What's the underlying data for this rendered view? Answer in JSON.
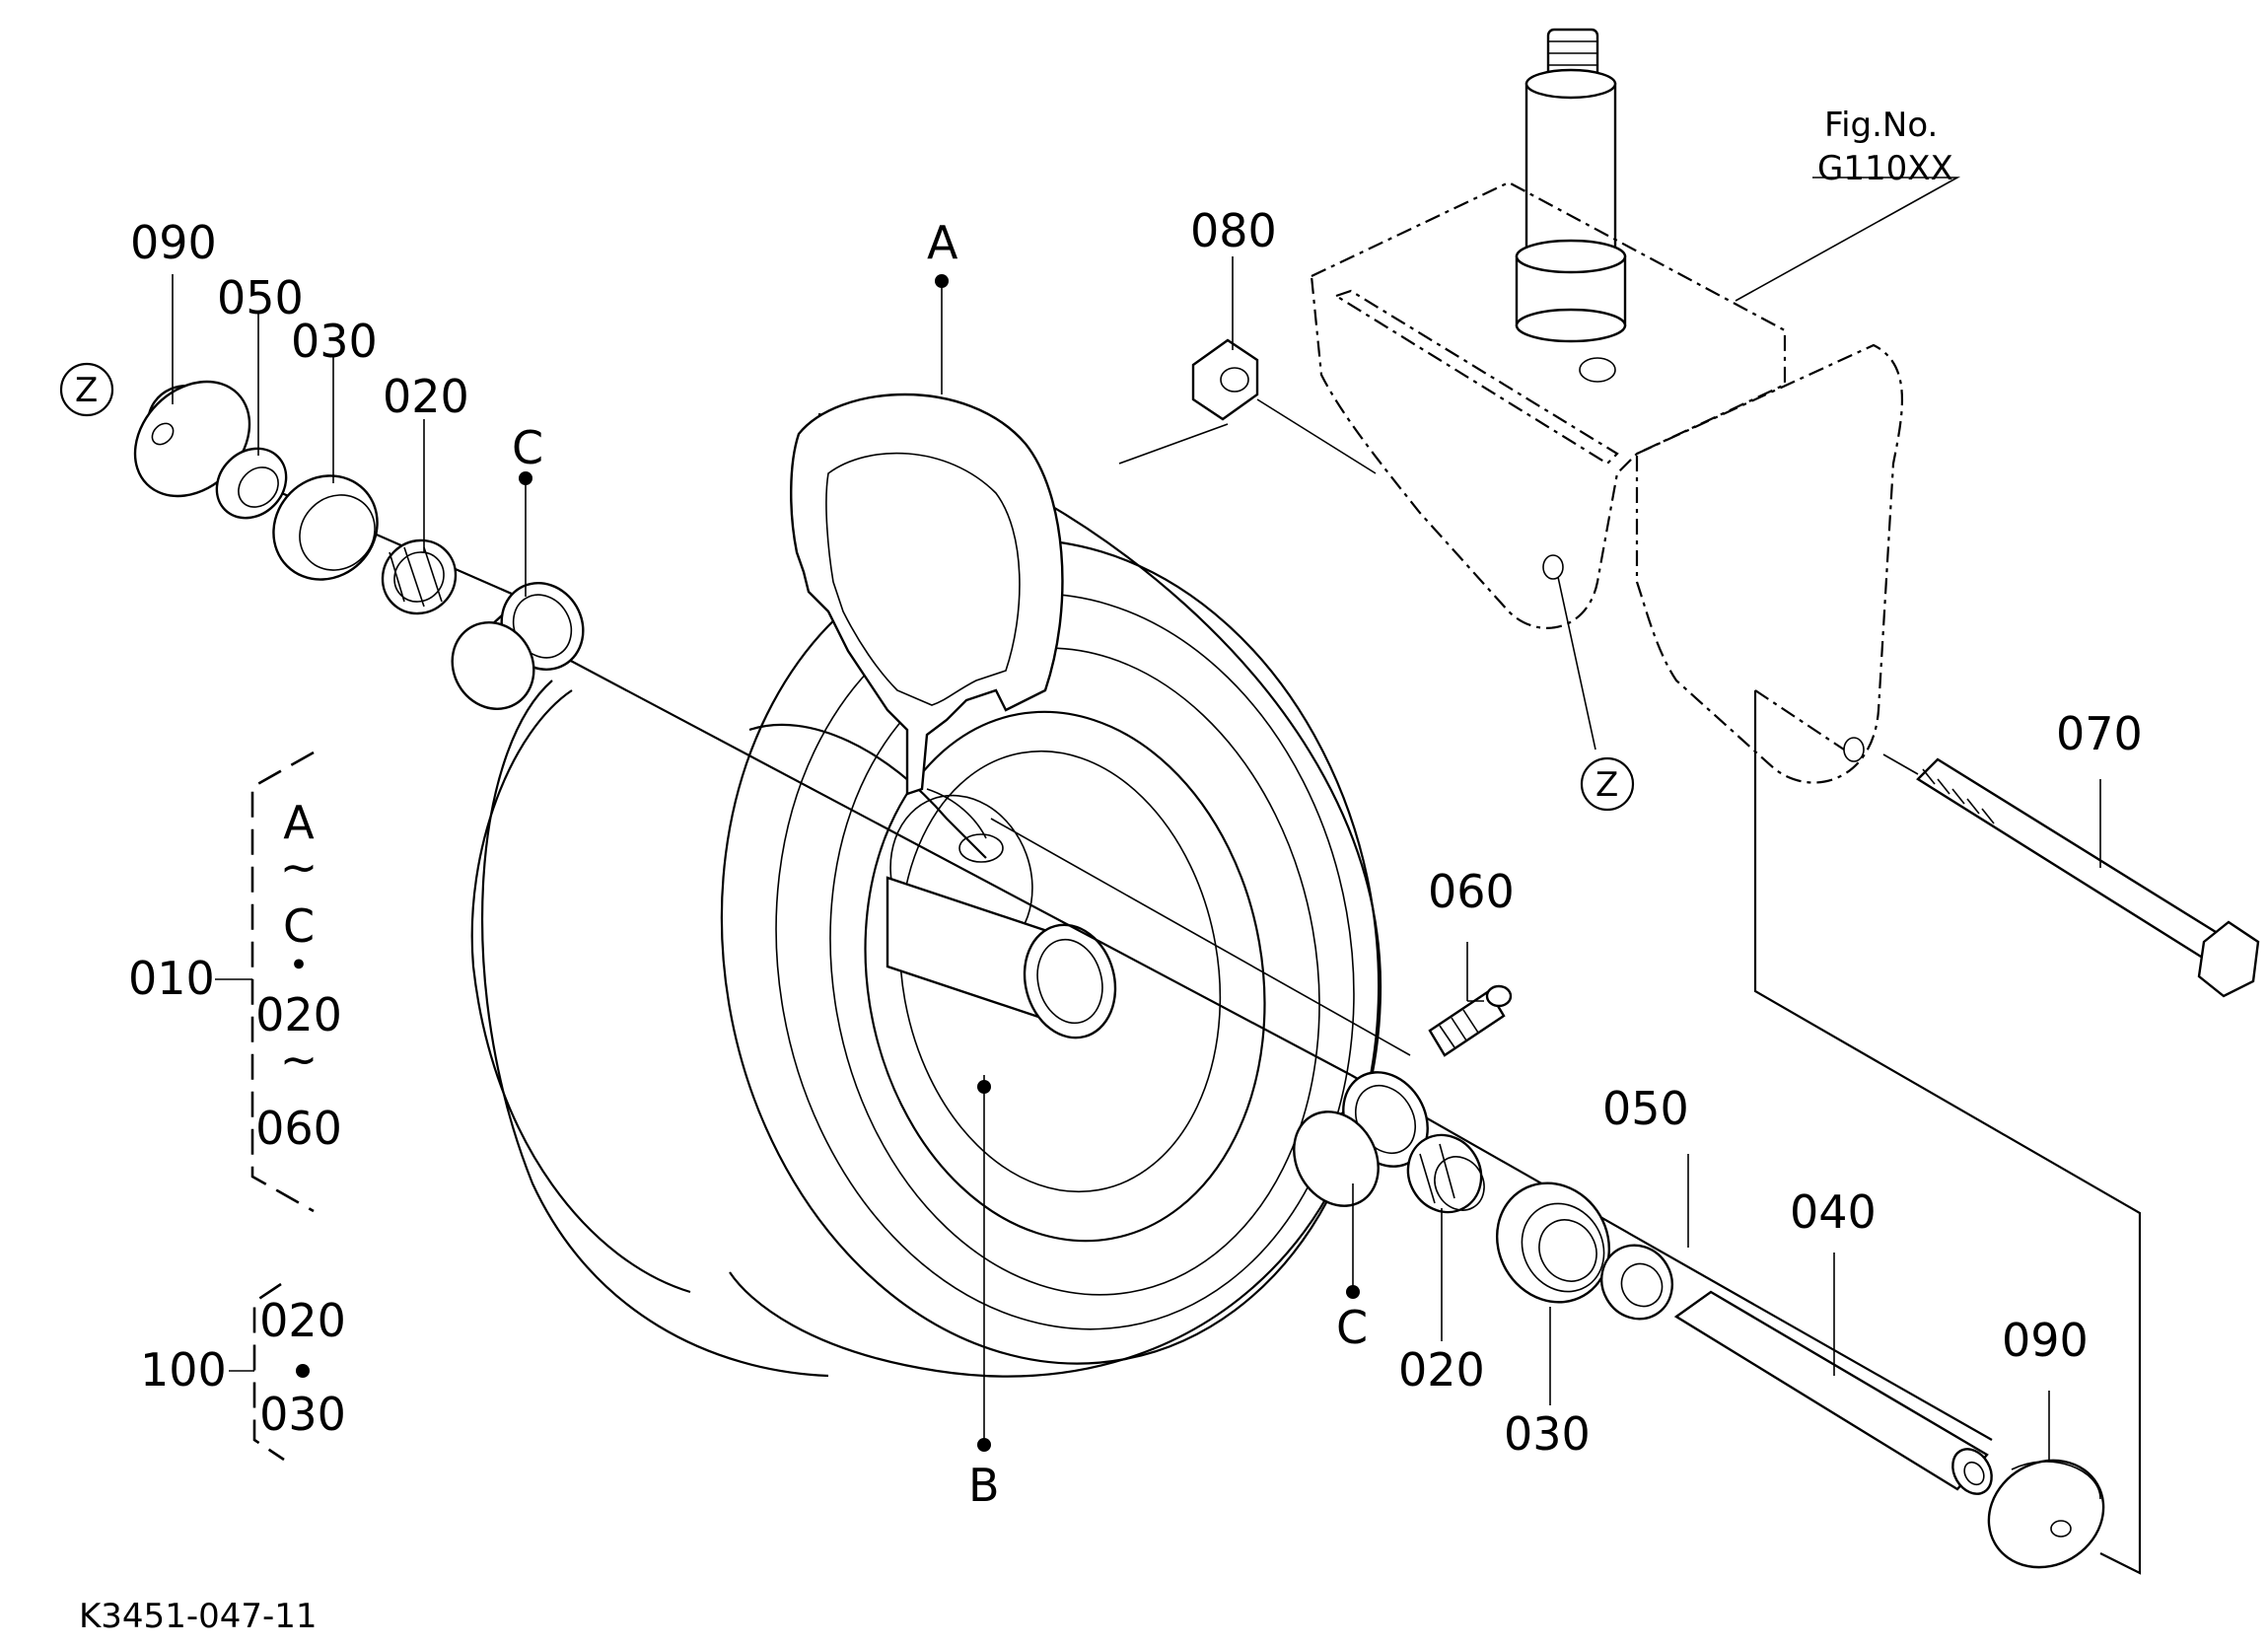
{
  "drawing_code": "K3451-047-11",
  "fig_ref": {
    "line1": "Fig.No.",
    "line2": "G110XX"
  },
  "callouts": {
    "p090_left": "090",
    "p050_left": "050",
    "p030_left": "030",
    "p020_left": "020",
    "p080": "080",
    "p070": "070",
    "p060": "060",
    "p050_right": "050",
    "p040": "040",
    "p090_right": "090",
    "p020_right": "020",
    "p030_right": "030"
  },
  "refs": {
    "A": "A",
    "B": "B",
    "C_top": "C",
    "C_bottom": "C",
    "Z_left": "Z",
    "Z_right": "Z"
  },
  "assembly_010": {
    "number": "010",
    "lines": [
      "A",
      "~",
      "C",
      "・",
      "020",
      "~",
      "060"
    ]
  },
  "assembly_100": {
    "number": "100",
    "lines": [
      "020",
      "•",
      "030"
    ]
  }
}
